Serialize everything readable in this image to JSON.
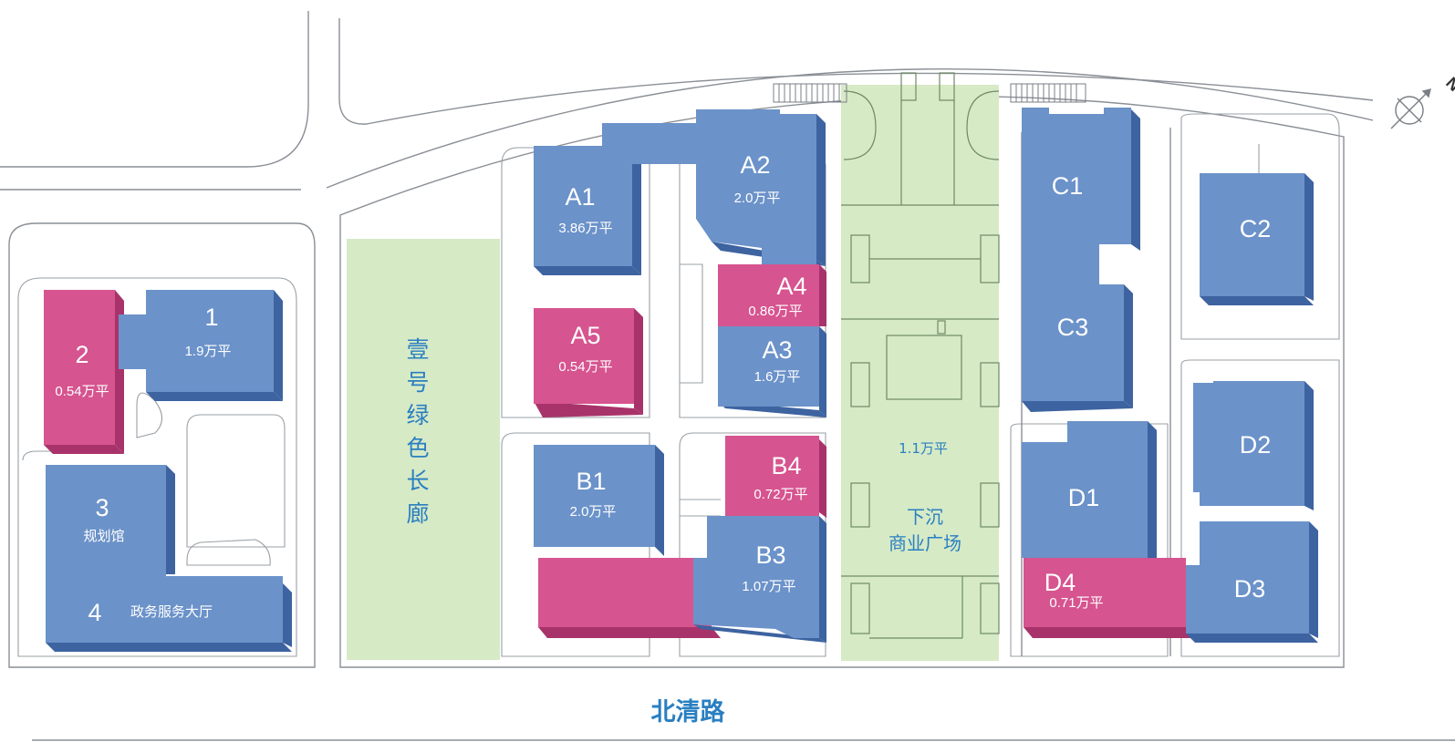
{
  "road_name": "北清路",
  "compass_label": "N",
  "green_corridor": {
    "label_chars": [
      "壹",
      "号",
      "绿",
      "色",
      "长",
      "廊"
    ]
  },
  "plaza": {
    "area": "1.1万平",
    "label_line1": "下沉",
    "label_line2": "商业广场"
  },
  "colors": {
    "existing": "#6b92c9",
    "new": "#d6548f",
    "green": "#d6eac6",
    "label_blue": "#2a7fc1"
  },
  "buildings": {
    "b1": {
      "name": "1",
      "area": "1.9万平",
      "color": "blue"
    },
    "b2": {
      "name": "2",
      "area": "0.54万平",
      "color": "pink"
    },
    "b3": {
      "name": "3",
      "area": "规划馆",
      "color": "blue"
    },
    "b4": {
      "name": "4",
      "area": "政务服务大厅",
      "color": "blue"
    },
    "A1": {
      "name": "A1",
      "area": "3.86万平",
      "color": "blue"
    },
    "A2": {
      "name": "A2",
      "area": "2.0万平",
      "color": "blue"
    },
    "A3": {
      "name": "A3",
      "area": "1.6万平",
      "color": "blue"
    },
    "A4": {
      "name": "A4",
      "area": "0.86万平",
      "color": "pink"
    },
    "A5": {
      "name": "A5",
      "area": "0.54万平",
      "color": "pink"
    },
    "B1": {
      "name": "B1",
      "area": "2.0万平",
      "color": "blue"
    },
    "B3": {
      "name": "B3",
      "area": "1.07万平",
      "color": "blue"
    },
    "B4": {
      "name": "B4",
      "area": "0.72万平",
      "color": "pink"
    },
    "C1": {
      "name": "C1",
      "color": "blue"
    },
    "C2": {
      "name": "C2",
      "color": "blue"
    },
    "C3": {
      "name": "C3",
      "color": "blue"
    },
    "D1": {
      "name": "D1",
      "color": "blue"
    },
    "D2": {
      "name": "D2",
      "color": "blue"
    },
    "D3": {
      "name": "D3",
      "color": "blue"
    },
    "D4": {
      "name": "D4",
      "area": "0.71万平",
      "color": "pink"
    }
  }
}
